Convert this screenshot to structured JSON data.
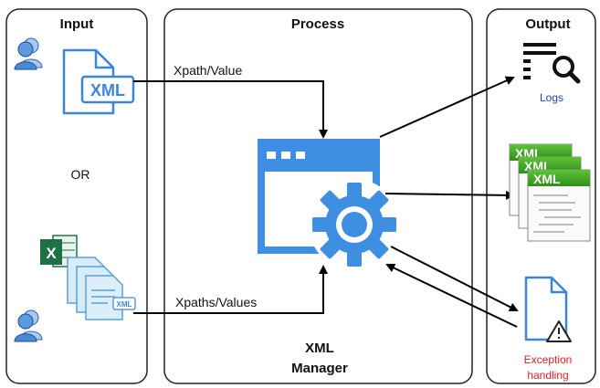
{
  "sections": {
    "input": "Input",
    "process": "Process",
    "output": "Output"
  },
  "labels": {
    "or": "OR",
    "xpath_value": "Xpath/Value",
    "xpaths_values": "Xpaths/Values",
    "manager_line1": "XML",
    "manager_line2": "Manager",
    "logs": "Logs",
    "exception_line1": "Exception",
    "exception_line2": "handling"
  },
  "icon_text": {
    "xml": "XML",
    "excel": "X"
  },
  "colors": {
    "blue": "#3b86d8",
    "gear_blue": "#3e8ee2",
    "logs_text": "#1f3fbf",
    "exception_text": "#e02020",
    "xml_green": "#2f8f1a"
  }
}
